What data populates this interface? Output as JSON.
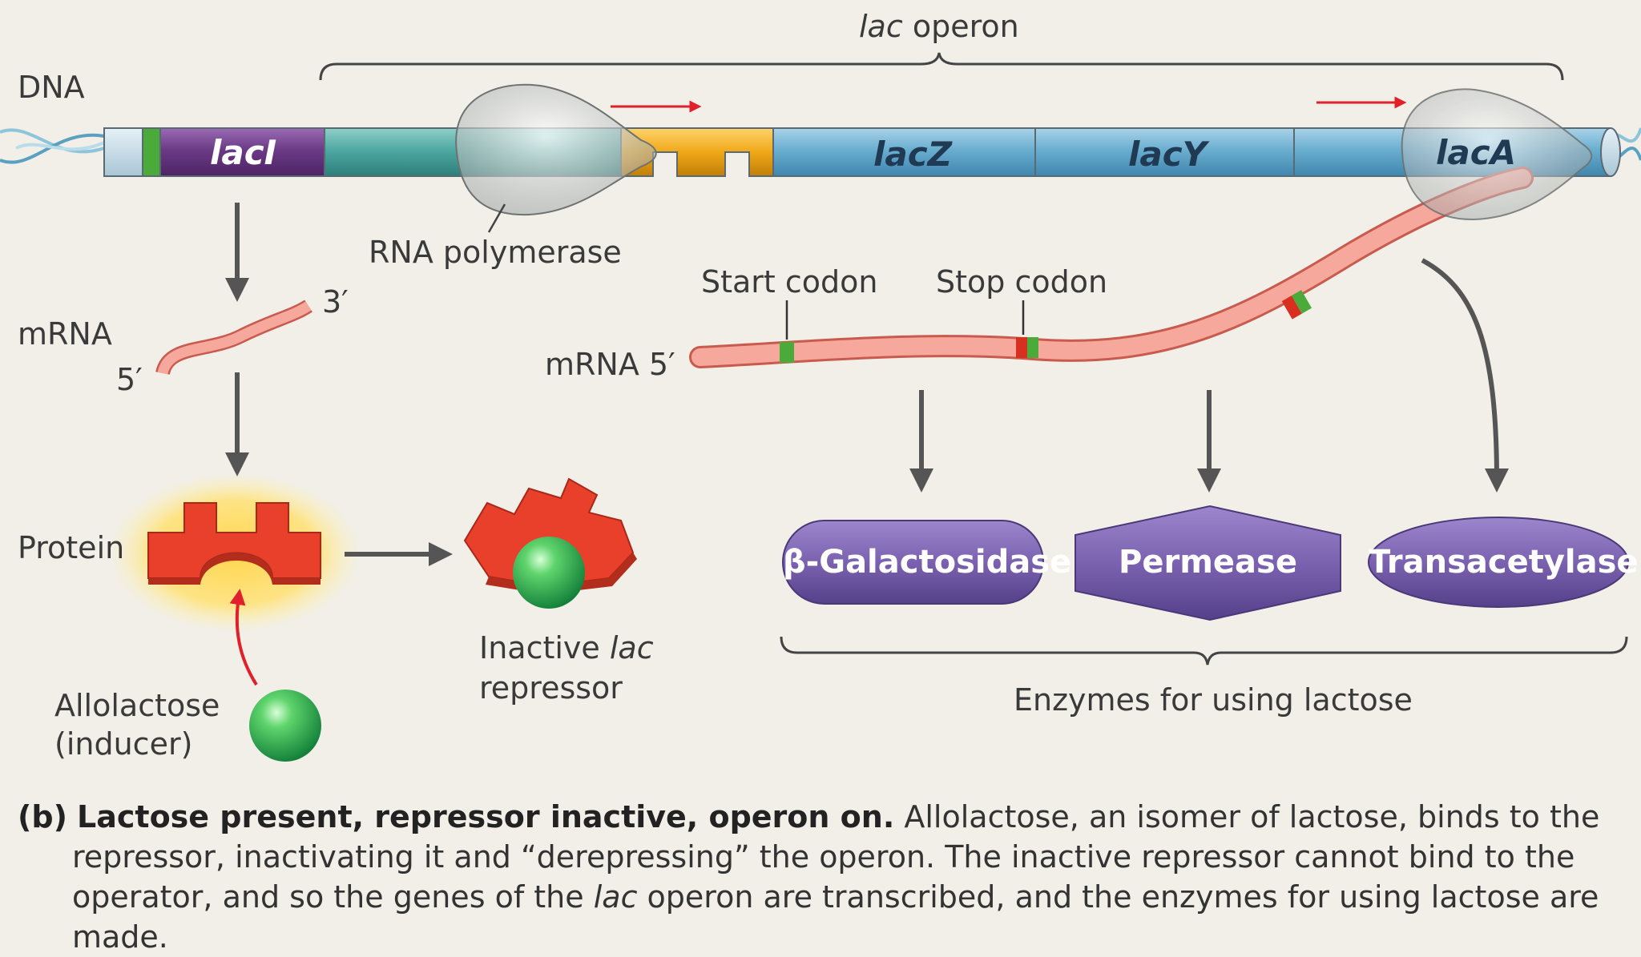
{
  "header": {
    "operon_italic": "lac",
    "operon_rest": "operon"
  },
  "labels": {
    "dna": "DNA",
    "mrna_left": "mRNA",
    "prime_3": "3′",
    "prime_5": "5′",
    "protein": "Protein",
    "rna_polymerase": "RNA polymerase",
    "start_codon": "Start codon",
    "stop_codon": "Stop codon",
    "mrna_5": "mRNA 5′",
    "allolactose": "Allolactose",
    "inducer": "(inducer)",
    "inactive_pre": "Inactive ",
    "inactive_italic": "lac",
    "repressor": "repressor",
    "enzymes_note": "Enzymes for using lactose"
  },
  "genes": {
    "lacI": "lacI",
    "lacZ": "lacZ",
    "lacY": "lacY",
    "lacA": "lacA"
  },
  "enzymes": {
    "galactosidase": "β-Galactosidase",
    "permease": "Permease",
    "transacetylase": "Transacetylase"
  },
  "caption": {
    "part": "(b)",
    "bold": "Lactose present, repressor inactive, operon on.",
    "t1": " Allolactose, an isomer of lactose, binds to the",
    "t2": "repressor, inactivating it and “derepressing” the operon. The inactive repressor cannot bind to the",
    "t3a": "operator, and so the genes of the ",
    "t3i": "lac",
    "t3b": " operon are transcribed, and the enzymes for using lactose are made."
  },
  "colors": {
    "background": "#f1efe8",
    "laci": "#6b3a86",
    "promoter_teal": "#4fa8a2",
    "operator_orange": "#f0a818",
    "genes_blue": "#6aaed0",
    "mrna_pink": "#f4a096",
    "repressor_red": "#e8402a",
    "enzyme_purple": "#7b62b0",
    "inducer_green": "#2eb84a",
    "arrow_red": "#e0202a",
    "arrow_gray": "#555555"
  }
}
